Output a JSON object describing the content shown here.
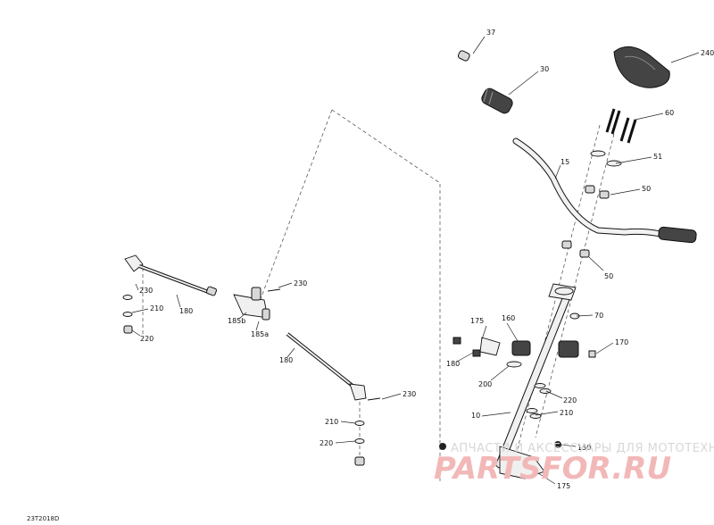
{
  "labels": {
    "p37": "37",
    "p30": "30",
    "p240": "240",
    "p60": "60",
    "p51": "51",
    "p15": "15",
    "p50a": "50",
    "p50b": "50",
    "p70": "70",
    "p175a": "175",
    "p160": "160",
    "p170": "170",
    "p180a": "180",
    "p200": "200",
    "p220a": "220",
    "p210a": "210",
    "p10": "10",
    "p150": "150",
    "p175b": "175",
    "l230a": "230",
    "l210": "210",
    "l220": "220",
    "l180a": "180",
    "l230b": "230",
    "l185b": "185b",
    "l185a": "185a",
    "l180b": "180",
    "l230c": "230",
    "l210b": "210",
    "l220b": "220"
  },
  "watermark": {
    "line1": "АПЧАСТИ И АКСЕССУАРЫ ДЛЯ МОТОТЕХНИКИ",
    "line2": "PARTSFOR.RU"
  },
  "reference_code": "23T2018D",
  "colors": {
    "watermark_red": "#f2b8b8",
    "watermark_gray": "#d8d8d8",
    "line": "#111111"
  }
}
